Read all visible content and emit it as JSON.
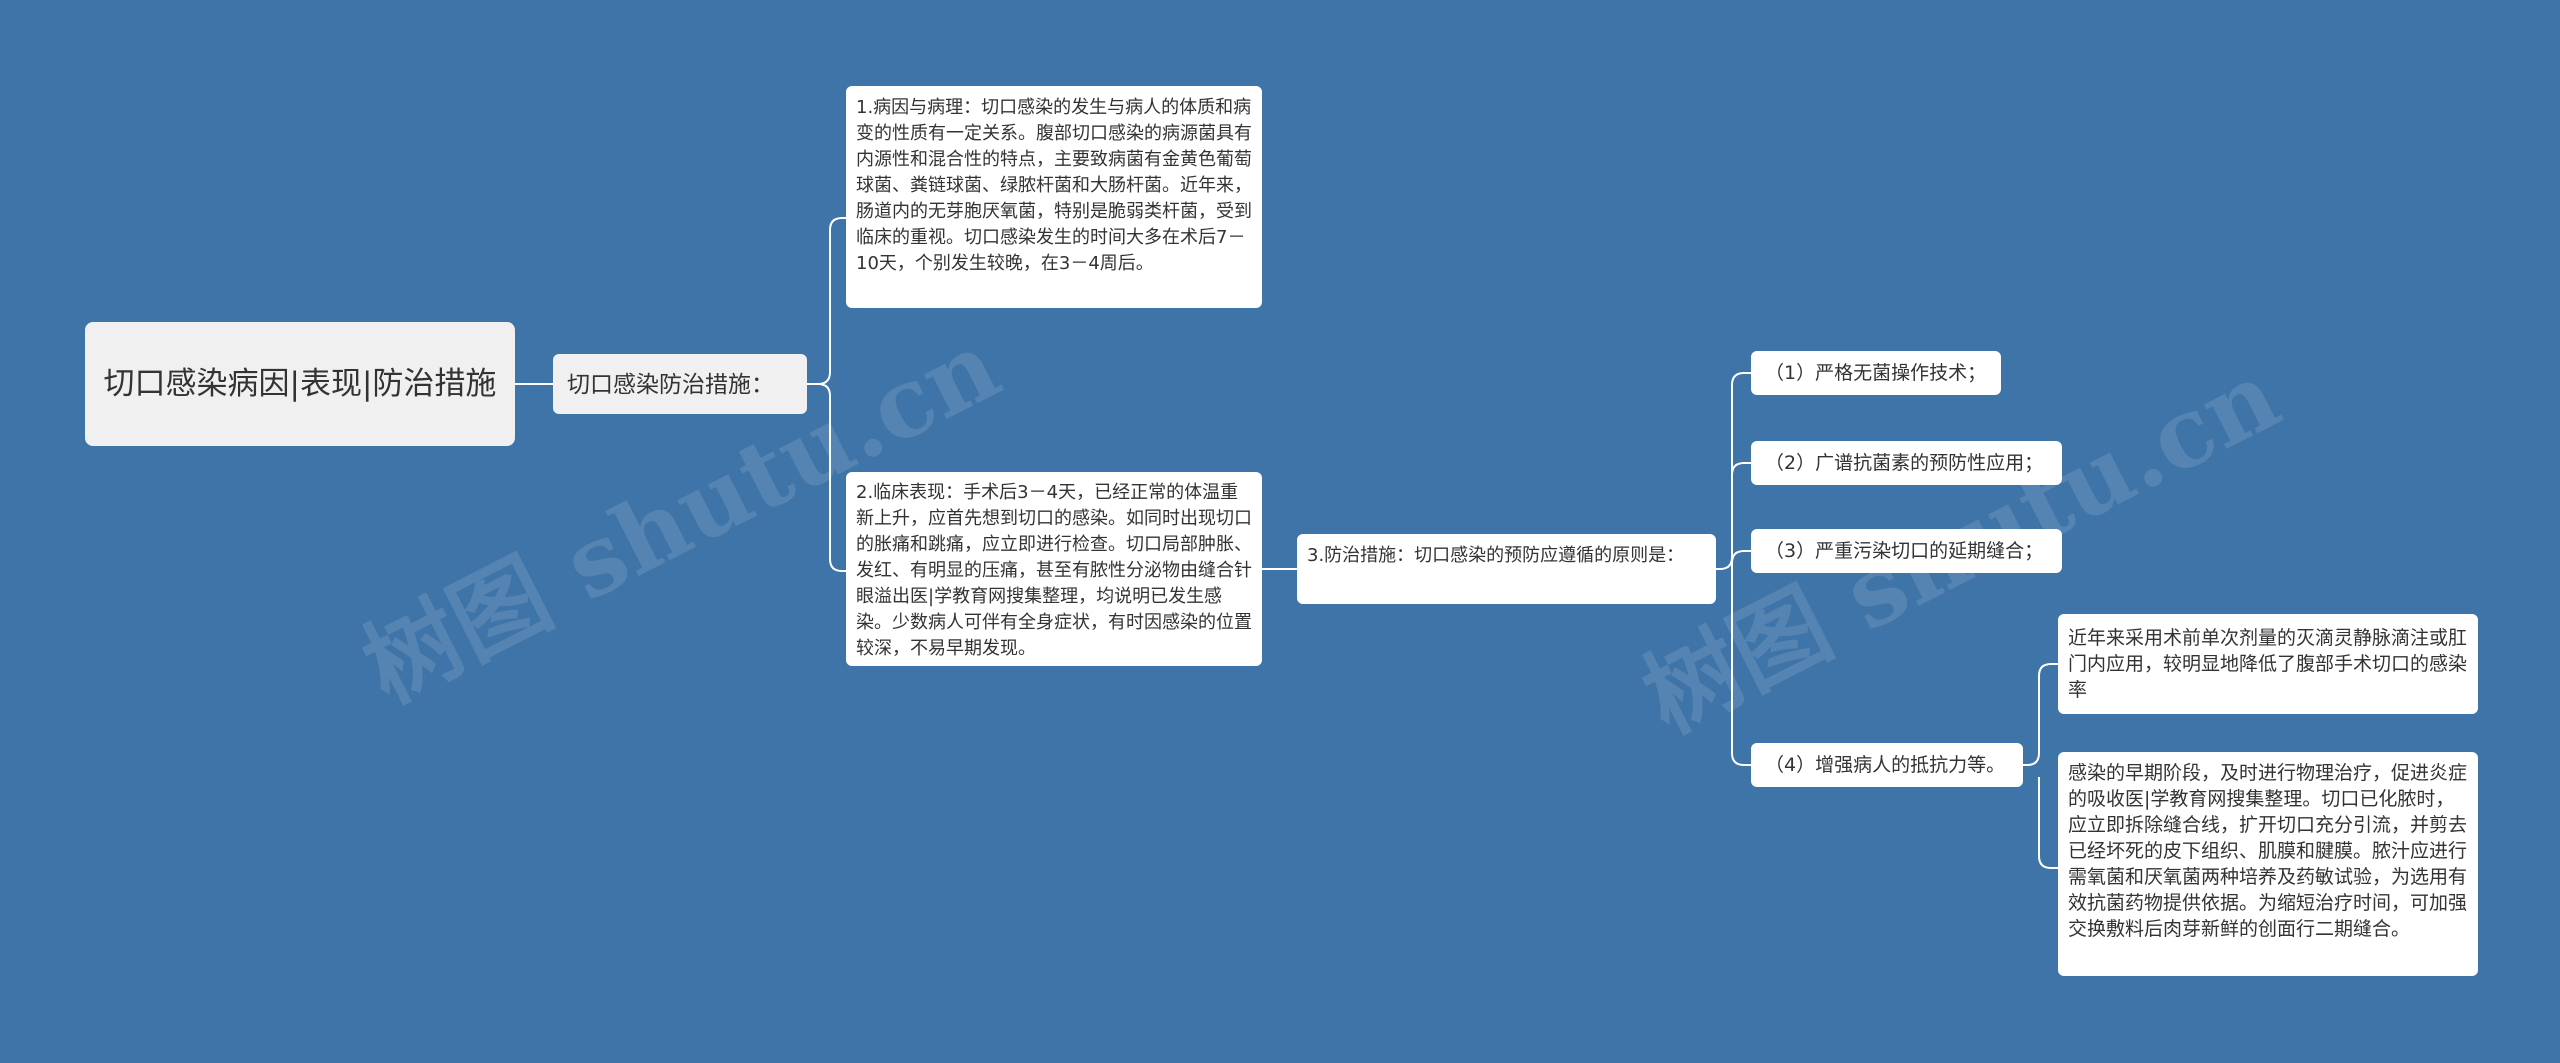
{
  "watermark": "树图 shutu.cn",
  "root": {
    "title": "切口感染病因|表现|防治措施"
  },
  "branch": {
    "label": "切口感染防治措施："
  },
  "etiology": {
    "text": "1.病因与病理：切口感染的发生与病人的体质和病变的性质有一定关系。腹部切口感染的病源菌具有内源性和混合性的特点，主要致病菌有金黄色葡萄球菌、粪链球菌、绿脓杆菌和大肠杆菌。近年来，肠道内的无芽胞厌氧菌，特别是脆弱类杆菌，受到临床的重视。切口感染发生的时间大多在术后7－10天，个别发生较晚，在3－4周后。"
  },
  "clinical": {
    "text": "2.临床表现：手术后3－4天，已经正常的体温重新上升，应首先想到切口的感染。如同时出现切口的胀痛和跳痛，应立即进行检查。切口局部肿胀、发红、有明显的压痛，甚至有脓性分泌物由缝合针眼溢出医|学教育网搜集整理，均说明已发生感染。少数病人可伴有全身症状，有时因感染的位置较深，不易早期发现。"
  },
  "prevention": {
    "text": "3.防治措施：切口感染的预防应遵循的原则是："
  },
  "principles": [
    {
      "text": "（1）严格无菌操作技术；"
    },
    {
      "text": "（2）广谱抗菌素的预防性应用；"
    },
    {
      "text": "（3）严重污染切口的延期缝合；"
    },
    {
      "text": "（4）增强病人的抵抗力等。"
    }
  ],
  "details": [
    {
      "text": "近年来采用术前单次剂量的灭滴灵静脉滴注或肛门内应用，较明显地降低了腹部手术切口的感染率"
    },
    {
      "text": "感染的早期阶段，及时进行物理治疗，促进炎症的吸收医|学教育网搜集整理。切口已化脓时，应立即拆除缝合线，扩开切口充分引流，并剪去已经坏死的皮下组织、肌膜和腱膜。脓汁应进行需氧菌和厌氧菌两种培养及药敏试验，为选用有效抗菌药物提供依据。为缩短治疗时间，可加强交换敷料后肉芽新鲜的创面行二期缝合。"
    }
  ],
  "colors": {
    "background": "#3e74a8",
    "node": "#ffffff",
    "root": "#f0f0f0",
    "link": "#ffffff"
  }
}
